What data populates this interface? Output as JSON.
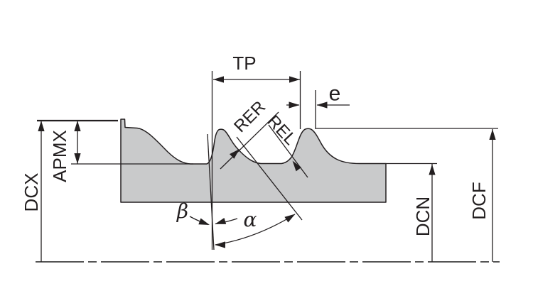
{
  "diagram": {
    "type": "technical-parameter-drawing",
    "labels": {
      "tp": "TP",
      "e": "e",
      "rer": "RER",
      "rel": "REL",
      "apmx": "APMX",
      "dcx": "DCX",
      "dcn": "DCN",
      "dcf": "DCF",
      "alpha": "α",
      "beta": "β"
    },
    "colors": {
      "line": "#231f20",
      "profile_fill": "#c9cacb",
      "centerline": "#555555",
      "background": "#ffffff"
    }
  }
}
